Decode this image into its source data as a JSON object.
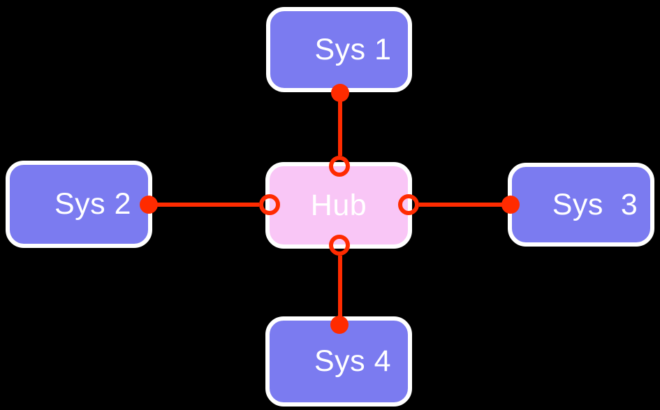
{
  "diagram": {
    "type": "hub-and-spoke-network",
    "background_color": "#000000",
    "colors": {
      "spoke_node_fill": "#7b7bf0",
      "hub_node_fill": "#f9c6f6",
      "node_border": "#ffffff",
      "connector": "#ff2b00",
      "label_text": "#ffffff"
    },
    "hub": {
      "id": "hub",
      "label": "Hub"
    },
    "spokes": [
      {
        "id": "sys1",
        "label": "Sys 1",
        "position": "top"
      },
      {
        "id": "sys2",
        "label": "Sys 2",
        "position": "left"
      },
      {
        "id": "sys3",
        "label": "Sys  3",
        "position": "right"
      },
      {
        "id": "sys4",
        "label": "Sys 4",
        "position": "bottom"
      }
    ],
    "connections": [
      {
        "from": "hub",
        "to": "sys1",
        "hub_end": "open-circle",
        "spoke_end": "filled-circle"
      },
      {
        "from": "hub",
        "to": "sys2",
        "hub_end": "open-circle",
        "spoke_end": "filled-circle"
      },
      {
        "from": "hub",
        "to": "sys3",
        "hub_end": "open-circle",
        "spoke_end": "filled-circle"
      },
      {
        "from": "hub",
        "to": "sys4",
        "hub_end": "open-circle",
        "spoke_end": "filled-circle"
      }
    ]
  }
}
